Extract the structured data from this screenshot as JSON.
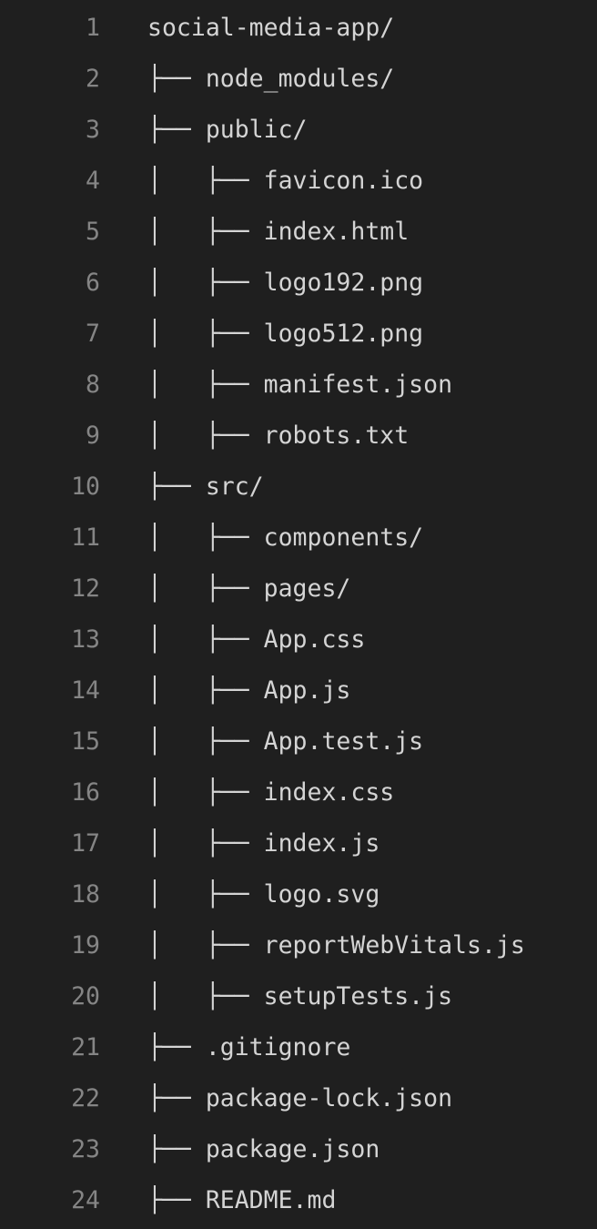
{
  "editor": {
    "lines": [
      {
        "number": "1",
        "text": "social-media-app/"
      },
      {
        "number": "2",
        "text": "├── node_modules/"
      },
      {
        "number": "3",
        "text": "├── public/"
      },
      {
        "number": "4",
        "text": "│   ├── favicon.ico"
      },
      {
        "number": "5",
        "text": "│   ├── index.html"
      },
      {
        "number": "6",
        "text": "│   ├── logo192.png"
      },
      {
        "number": "7",
        "text": "│   ├── logo512.png"
      },
      {
        "number": "8",
        "text": "│   ├── manifest.json"
      },
      {
        "number": "9",
        "text": "│   ├── robots.txt"
      },
      {
        "number": "10",
        "text": "├── src/"
      },
      {
        "number": "11",
        "text": "│   ├── components/"
      },
      {
        "number": "12",
        "text": "│   ├── pages/"
      },
      {
        "number": "13",
        "text": "│   ├── App.css"
      },
      {
        "number": "14",
        "text": "│   ├── App.js"
      },
      {
        "number": "15",
        "text": "│   ├── App.test.js"
      },
      {
        "number": "16",
        "text": "│   ├── index.css"
      },
      {
        "number": "17",
        "text": "│   ├── index.js"
      },
      {
        "number": "18",
        "text": "│   ├── logo.svg"
      },
      {
        "number": "19",
        "text": "│   ├── reportWebVitals.js"
      },
      {
        "number": "20",
        "text": "│   ├── setupTests.js"
      },
      {
        "number": "21",
        "text": "├── .gitignore"
      },
      {
        "number": "22",
        "text": "├── package-lock.json"
      },
      {
        "number": "23",
        "text": "├── package.json"
      },
      {
        "number": "24",
        "text": "├── README.md"
      }
    ]
  },
  "colors": {
    "background": "#1f1f1f",
    "line_number": "#858585",
    "text": "#d4d4d4"
  }
}
